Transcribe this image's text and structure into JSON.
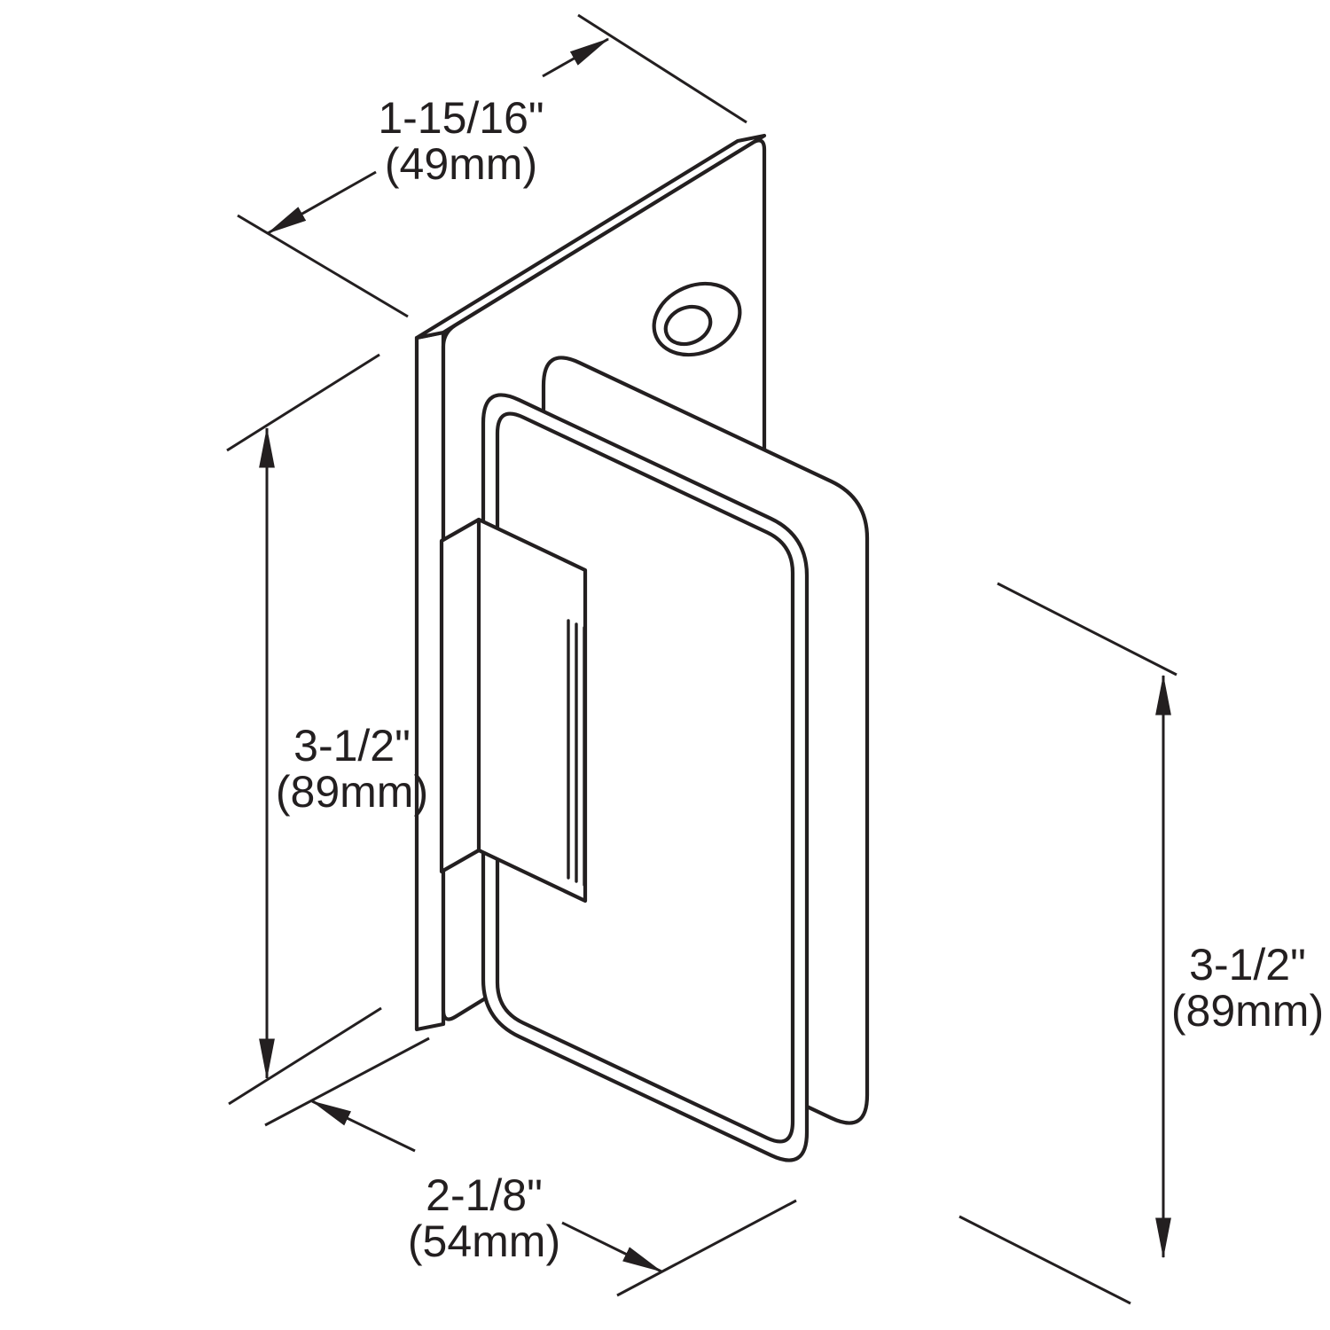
{
  "diagram": {
    "background_color": "#ffffff",
    "line_color": "#231f20",
    "dimensions": {
      "width": {
        "inches": "1-15/16\"",
        "mm": "(49mm)"
      },
      "height_left": {
        "inches": "3-1/2\"",
        "mm": "(89mm)"
      },
      "depth": {
        "inches": "2-1/8\"",
        "mm": "(54mm)"
      },
      "height_right": {
        "inches": "3-1/2\"",
        "mm": "(89mm)"
      }
    }
  }
}
